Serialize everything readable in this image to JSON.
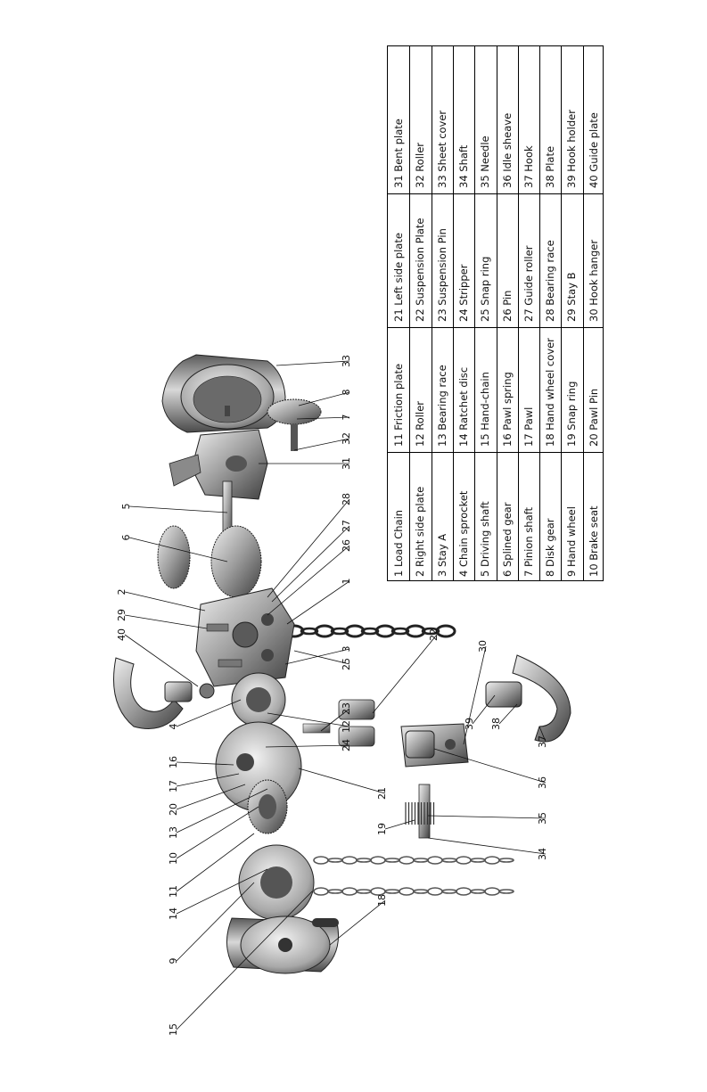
{
  "parts": [
    {
      "no": "1",
      "name": "Load Chain"
    },
    {
      "no": "2",
      "name": "Right side plate"
    },
    {
      "no": "3",
      "name": "Stay A"
    },
    {
      "no": "4",
      "name": "Chain sprocket"
    },
    {
      "no": "5",
      "name": "Driving shaft"
    },
    {
      "no": "6",
      "name": "Splined gear"
    },
    {
      "no": "7",
      "name": "Pinion shaft"
    },
    {
      "no": "8",
      "name": "Disk gear"
    },
    {
      "no": "9",
      "name": "Hand wheel"
    },
    {
      "no": "10",
      "name": "Brake seat"
    },
    {
      "no": "11",
      "name": "Friction plate"
    },
    {
      "no": "12",
      "name": "Roller"
    },
    {
      "no": "13",
      "name": "Bearing race"
    },
    {
      "no": "14",
      "name": "Ratchet disc"
    },
    {
      "no": "15",
      "name": "Hand-chain"
    },
    {
      "no": "16",
      "name": "Pawl spring"
    },
    {
      "no": "17",
      "name": "Pawl"
    },
    {
      "no": "18",
      "name": "Hand wheel cover"
    },
    {
      "no": "19",
      "name": "Snap ring"
    },
    {
      "no": "20",
      "name": "Pawl Pin"
    },
    {
      "no": "21",
      "name": "Left side plate"
    },
    {
      "no": "22",
      "name": "Suspension Plate"
    },
    {
      "no": "23",
      "name": "Suspension Pin"
    },
    {
      "no": "24",
      "name": "Stripper"
    },
    {
      "no": "25",
      "name": "Snap ring"
    },
    {
      "no": "26",
      "name": "Pin"
    },
    {
      "no": "27",
      "name": "Guide roller"
    },
    {
      "no": "28",
      "name": "Bearing race"
    },
    {
      "no": "29",
      "name": "Stay B"
    },
    {
      "no": "30",
      "name": "Hook hanger"
    },
    {
      "no": "31",
      "name": "Bent plate"
    },
    {
      "no": "32",
      "name": "Roller"
    },
    {
      "no": "33",
      "name": "Sheet cover"
    },
    {
      "no": "34",
      "name": "Shaft"
    },
    {
      "no": "35",
      "name": "Needle"
    },
    {
      "no": "36",
      "name": "Idle sheave"
    },
    {
      "no": "37",
      "name": "Hook"
    },
    {
      "no": "38",
      "name": "Plate"
    },
    {
      "no": "39",
      "name": "Hook holder"
    },
    {
      "no": "40",
      "name": "Guide plate"
    }
  ],
  "callouts": [
    "1",
    "2",
    "3",
    "4",
    "5",
    "6",
    "7",
    "8",
    "9",
    "10",
    "11",
    "12",
    "13",
    "14",
    "15",
    "16",
    "17",
    "18",
    "19",
    "20",
    "21",
    "22",
    "23",
    "24",
    "25",
    "26",
    "27",
    "28",
    "29",
    "30",
    "31",
    "32",
    "33",
    "34",
    "35",
    "36",
    "37",
    "38",
    "39",
    "40"
  ],
  "page_marker": "",
  "colors": {
    "line": "#111111",
    "metal": "#9a9a9a",
    "metal_dark": "#4a4a4a",
    "metal_light": "#d6d6d6"
  }
}
